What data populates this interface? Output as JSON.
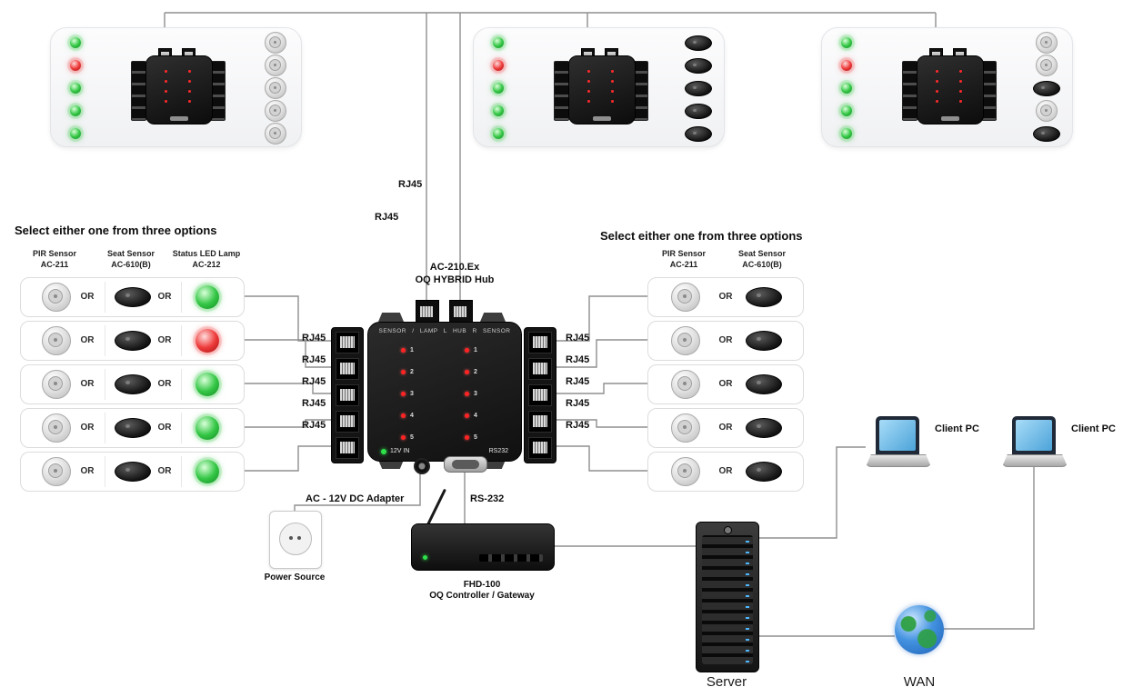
{
  "titles": {
    "left": "Select either one from three options",
    "right": "Select either one from three options"
  },
  "labels": {
    "rj45": "RJ45",
    "or": "OR",
    "adapter": "AC - 12V DC Adapter",
    "rs232": "RS-232",
    "power_source": "Power Source",
    "server": "Server",
    "wan": "WAN",
    "client_pc": "Client PC"
  },
  "hub": {
    "model": "AC-210.Ex",
    "name": "OQ HYBRID Hub",
    "legend": "SENSOR / LAMP L HUB R SENSOR",
    "power": "12V IN",
    "serial": "RS232",
    "channels": [
      "1",
      "2",
      "3",
      "4",
      "5"
    ]
  },
  "gateway": {
    "model": "FHD-100",
    "name": "OQ Controller / Gateway"
  },
  "headers": {
    "pir1": "PIR Sensor",
    "pir2": "AC-211",
    "seat1": "Seat Sensor",
    "seat2": "AC-610(B)",
    "lamp1": "Status LED Lamp",
    "lamp2": "AC-212"
  },
  "left_rows": [
    {
      "lamp": "green"
    },
    {
      "lamp": "red"
    },
    {
      "lamp": "green"
    },
    {
      "lamp": "green"
    },
    {
      "lamp": "green"
    }
  ],
  "top_panels": [
    {
      "leds": [
        "green",
        "red",
        "green",
        "green",
        "green"
      ],
      "sensors": [
        "pir",
        "pir",
        "pir",
        "pir",
        "pir"
      ]
    },
    {
      "leds": [
        "green",
        "red",
        "green",
        "green",
        "green"
      ],
      "sensors": [
        "seat",
        "seat",
        "seat",
        "seat",
        "seat"
      ]
    },
    {
      "leds": [
        "green",
        "red",
        "green",
        "green",
        "green"
      ],
      "sensors": [
        "pir",
        "pir",
        "seat",
        "pir",
        "seat"
      ]
    }
  ],
  "colors": {
    "green": "#35c746",
    "red": "#ee3b3b",
    "wire": "#8f8f8f"
  }
}
